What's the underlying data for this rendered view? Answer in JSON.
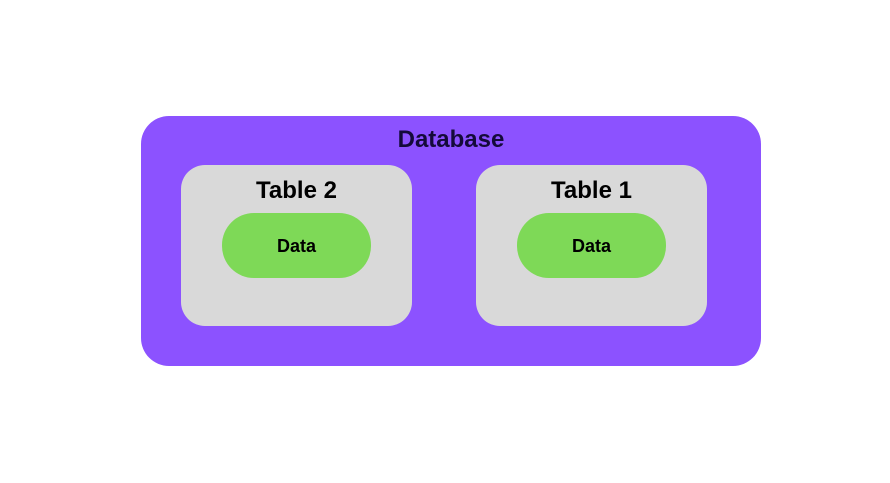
{
  "diagram": {
    "database": {
      "label": "Database",
      "color": "#8c52ff",
      "title_color": "#140a3a"
    },
    "tables": [
      {
        "label": "Table 2",
        "data_label": "Data"
      },
      {
        "label": "Table 1",
        "data_label": "Data"
      }
    ],
    "table_color": "#d9d9d9",
    "data_color": "#7ed957"
  }
}
